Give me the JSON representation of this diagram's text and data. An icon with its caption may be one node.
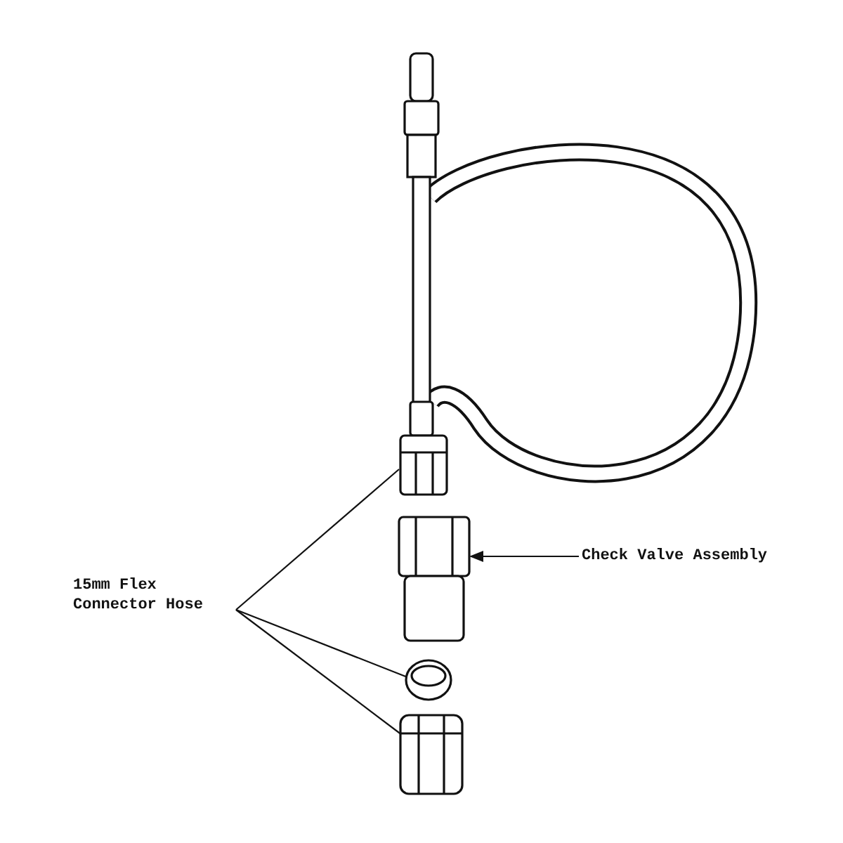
{
  "diagram": {
    "nodes": [
      {
        "text": [],
        "shape": "picture"
      },
      {
        "text": [],
        "shape": "picture"
      },
      {
        "text": [
          "Check Valve Assembly"
        ]
      },
      {
        "text": [
          "15mm Flex Connector Hose"
        ]
      },
      {
        "text": [],
        "shape": "picture"
      },
      {
        "text": [],
        "shape": "picture"
      }
    ],
    "edges": [
      {
        "from": 3,
        "to": 0,
        "arrow": "none"
      },
      {
        "from": 3,
        "to": 4,
        "arrow": "none"
      },
      {
        "from": 3,
        "to": 5,
        "arrow": "none"
      },
      {
        "from": 2,
        "to": 1,
        "arrow": "to"
      }
    ]
  }
}
